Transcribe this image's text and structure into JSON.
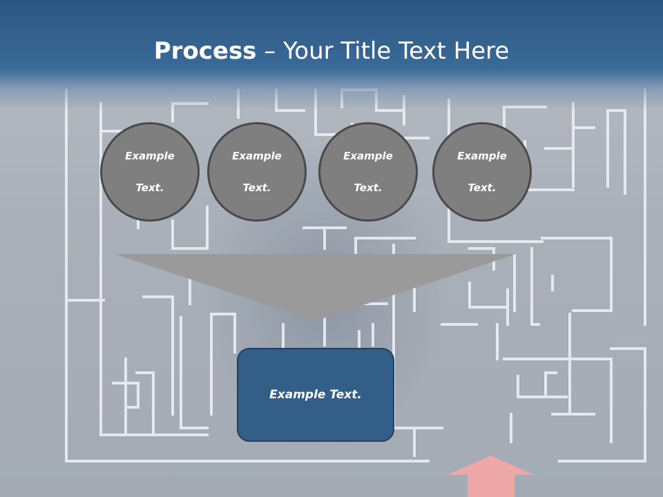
{
  "slide": {
    "title_bold": "Process",
    "title_rest": " – Your Title Text Here",
    "circles": [
      {
        "line1": "Example",
        "line2": "Text."
      },
      {
        "line1": "Example",
        "line2": "Text."
      },
      {
        "line1": "Example",
        "line2": "Text."
      },
      {
        "line1": "Example",
        "line2": "Text."
      }
    ],
    "result_box": "Example Text."
  },
  "colors": {
    "header": "#2c5682",
    "circle_fill": "#7f7f7f",
    "circle_border": "#4a4a4a",
    "funnel": "#9a9a9a",
    "box_fill": "#335e88",
    "arrow": "#f2a6a6"
  }
}
